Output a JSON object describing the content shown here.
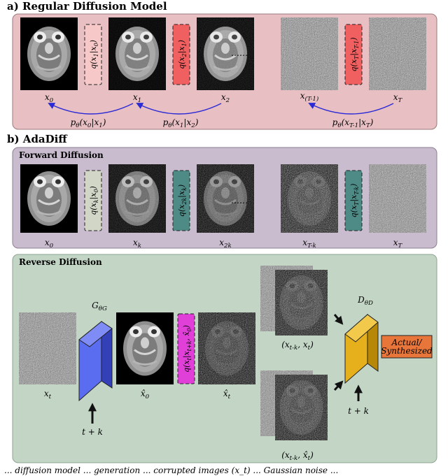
{
  "section_a": {
    "title": "a) Regular Diffusion Model",
    "images": [
      "x_0",
      "x_1",
      "x_2",
      "x_(T-1)",
      "x_T"
    ],
    "dots": "……",
    "forward_ops": [
      "q(x_1|x_0)",
      "q(x_2|x_1)",
      "q(x_T|x_T-1)"
    ],
    "reverse_ops": [
      "p_θ(x_0|x_1)",
      "p_θ(x_1|x_2)",
      "p_θ(x_T-1|x_T)"
    ]
  },
  "section_b": {
    "title": "b) AdaDiff",
    "forward": {
      "title": "Forward Diffusion",
      "images": [
        "x_0",
        "x_k",
        "x_2k",
        "x_T-k",
        "x_T"
      ],
      "dots": "……",
      "ops": [
        "q(x_k|x_0)",
        "q(x_2k|x_k)",
        "q(x_T|x_T-k)"
      ]
    },
    "reverse": {
      "title": "Reverse Diffusion",
      "input_label": "x_t",
      "generator_label": "G_θG",
      "generator_input": "t + k",
      "output_label": "x̂_0",
      "op": "q(x_t|x_t+k, x̂_0)",
      "sample_label": "x̂_t",
      "pair_top_label": "(x_t-k, x_t)",
      "pair_bottom_label": "(x_t-k, x̂_t)",
      "discriminator_label": "D_θD",
      "discriminator_input": "t + k",
      "result": [
        "Actual/",
        "Synthesized"
      ]
    }
  },
  "caption_fragment": "... diffusion model ... generation ... corrupted images (x_t) ... Gaussian noise ..."
}
